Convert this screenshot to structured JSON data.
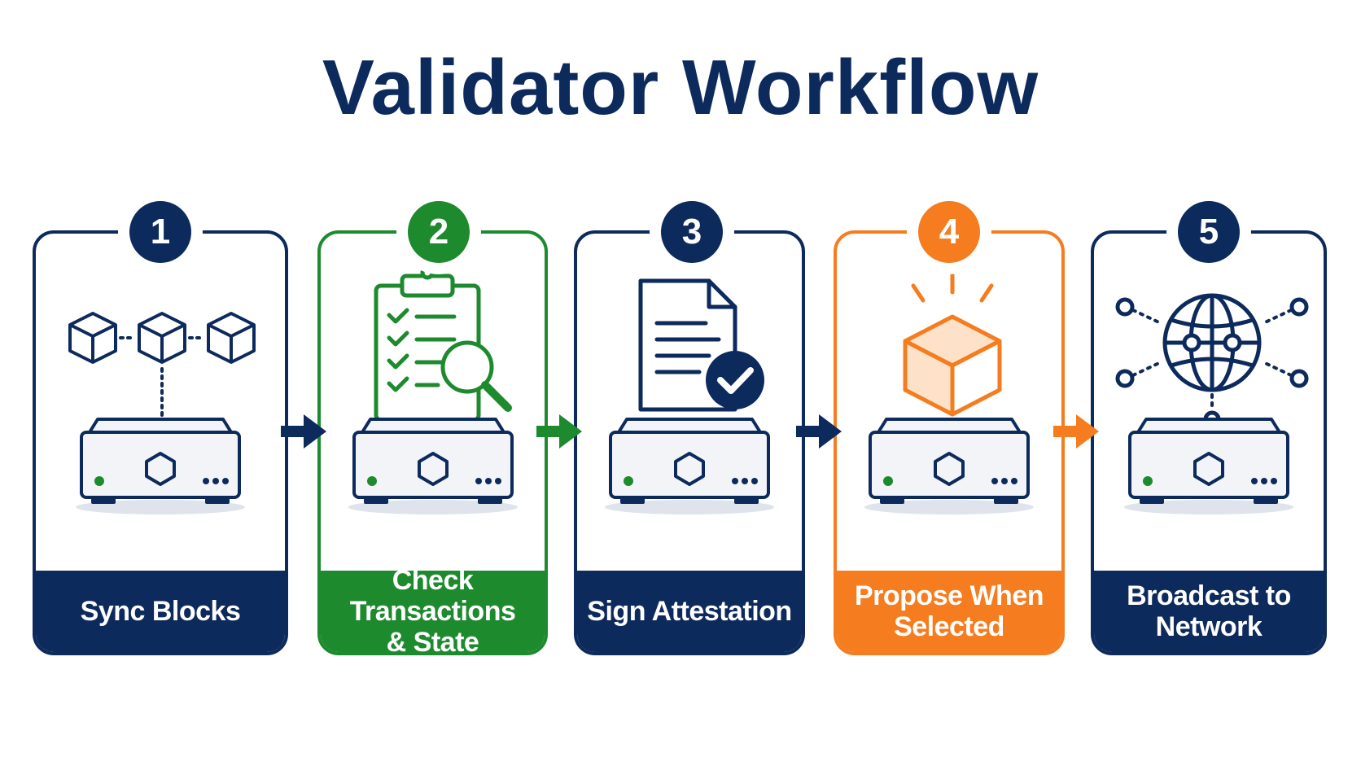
{
  "title": "Validator Workflow",
  "colors": {
    "navy": "#0d2a5c",
    "green": "#1e8a2e",
    "orange": "#f57c1f",
    "light_orange": "#fde1c9",
    "device_fill": "#f2f4f8",
    "shadow": "#dfe4ec",
    "led": "#1e8a2e"
  },
  "steps": [
    {
      "number": "1",
      "label": "Sync Blocks",
      "color": "navy",
      "icon": "chained-blocks-icon"
    },
    {
      "number": "2",
      "label": "Check Transactions\n& State",
      "color": "green",
      "icon": "clipboard-checklist-magnifier-icon"
    },
    {
      "number": "3",
      "label": "Sign Attestation",
      "color": "navy",
      "icon": "signed-document-check-icon"
    },
    {
      "number": "4",
      "label": "Propose When\nSelected",
      "color": "orange",
      "icon": "glowing-cube-icon"
    },
    {
      "number": "5",
      "label": "Broadcast to\nNetwork",
      "color": "navy",
      "icon": "globe-network-icon"
    }
  ],
  "arrows": [
    {
      "color": "navy",
      "icon": "arrow-right-icon"
    },
    {
      "color": "green",
      "icon": "arrow-right-icon"
    },
    {
      "color": "navy",
      "icon": "arrow-right-icon"
    },
    {
      "color": "orange",
      "icon": "arrow-right-icon"
    }
  ]
}
